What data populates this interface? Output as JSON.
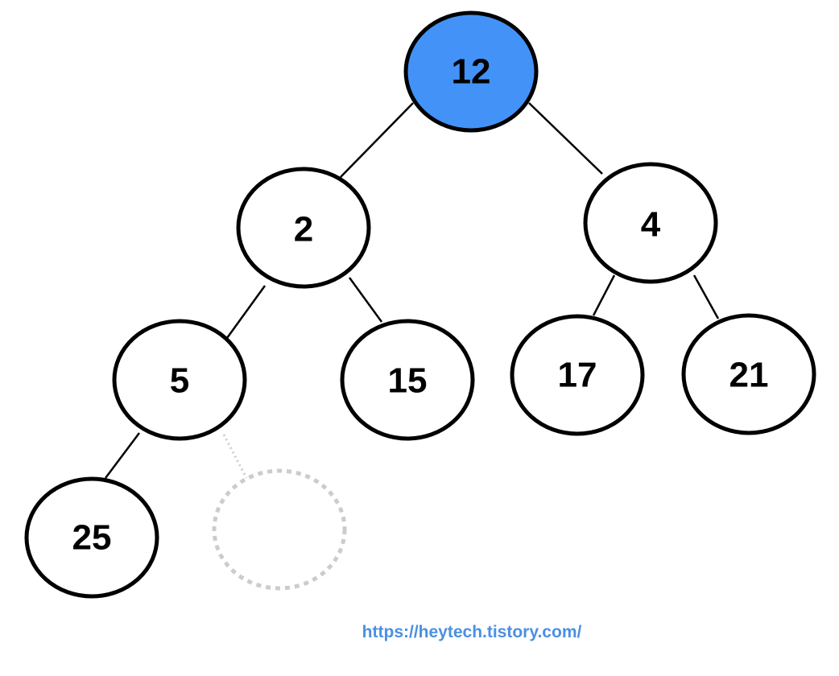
{
  "colors": {
    "highlight": "#4392f8",
    "node_fill": "#ffffff",
    "stroke": "#000000",
    "placeholder": "#cccccc",
    "watermark": "#4a90e2"
  },
  "tree": {
    "root": "12",
    "level1": [
      "2",
      "4"
    ],
    "level2": [
      "5",
      "15",
      "17",
      "21"
    ],
    "level3": [
      "25"
    ]
  },
  "highlighted_node": "12",
  "placeholder_node": "empty-slot",
  "watermark": "https://heytech.tistory.com/"
}
